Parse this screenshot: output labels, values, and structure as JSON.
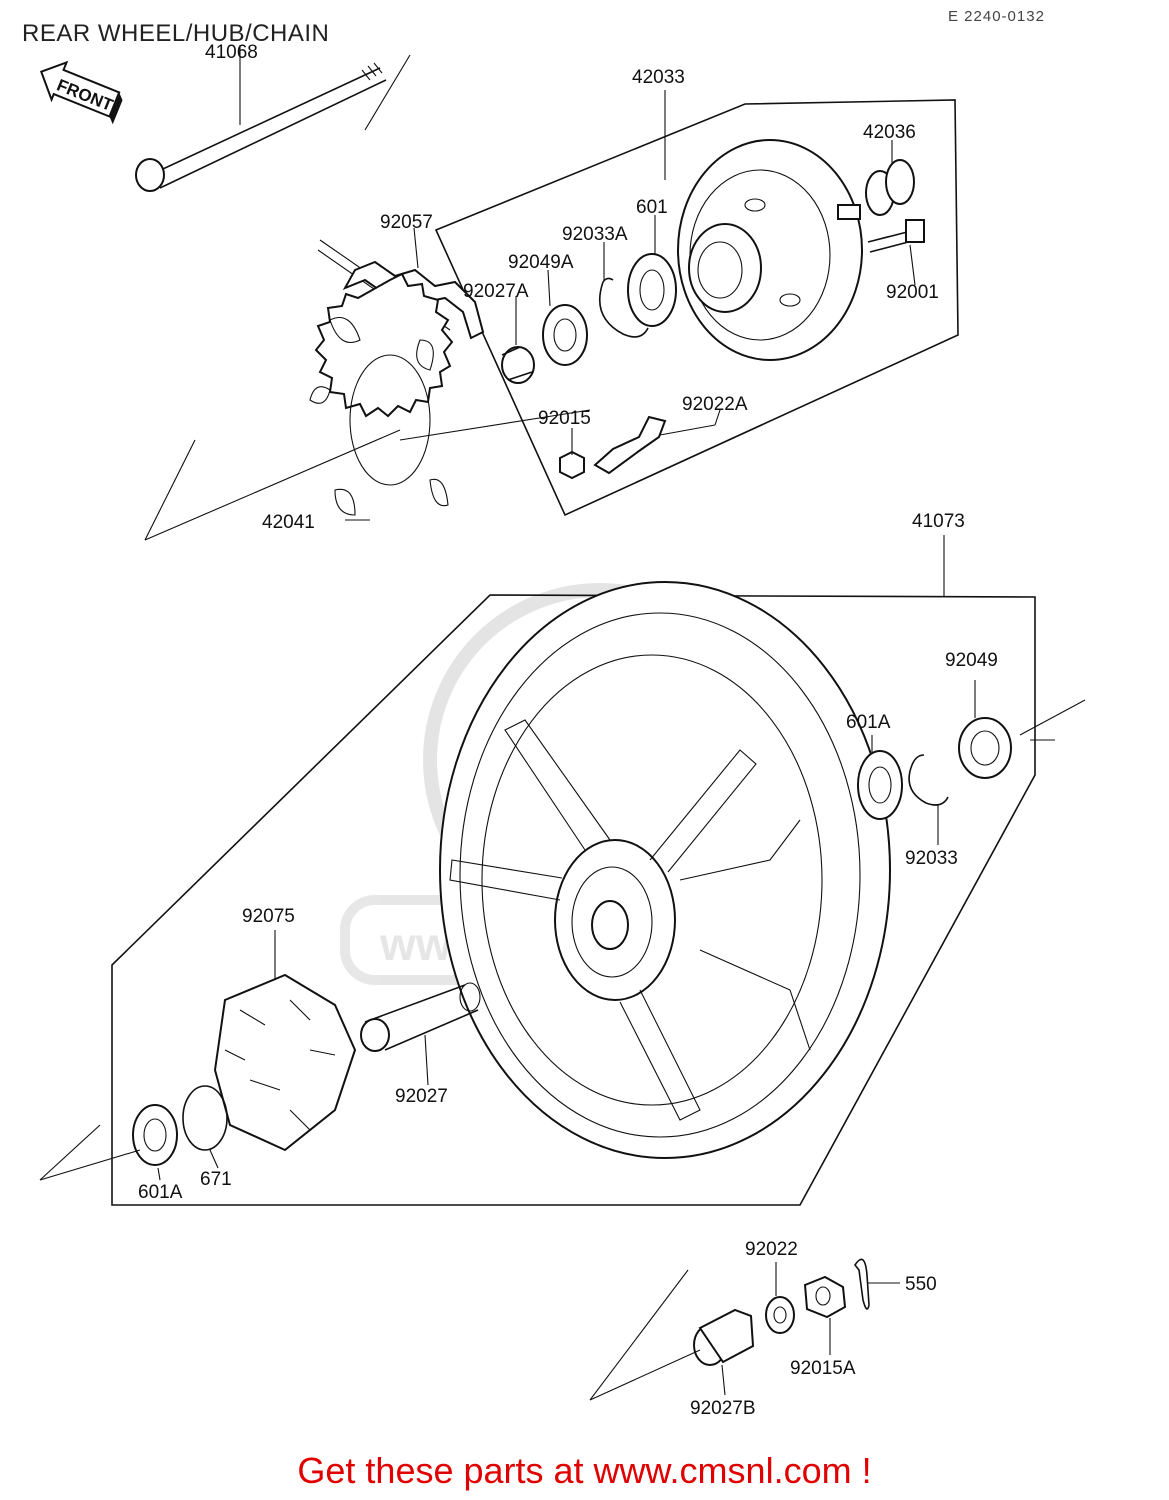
{
  "header": {
    "title": "REAR WHEEL/HUB/CHAIN",
    "code": "E 2240-0132"
  },
  "front_tag": "FRONT",
  "watermark": "www.cmsnl.com",
  "parts": {
    "p41068": "41068",
    "p42033": "42033",
    "p42036": "42036",
    "p601": "601",
    "p92057": "92057",
    "p92033A": "92033A",
    "p92049A": "92049A",
    "p92027A": "92027A",
    "p92001": "92001",
    "p92015": "92015",
    "p92022A": "92022A",
    "p42041": "42041",
    "p41073": "41073",
    "p92049": "92049",
    "p601A_top": "601A",
    "p92033": "92033",
    "p92075": "92075",
    "p92027": "92027",
    "p601A_bottom": "601A",
    "p671": "671",
    "p92022": "92022",
    "p550": "550",
    "p92015A": "92015A",
    "p92027B": "92027B"
  },
  "footer": {
    "text": "Get these parts at www.cmsnl.com !"
  }
}
